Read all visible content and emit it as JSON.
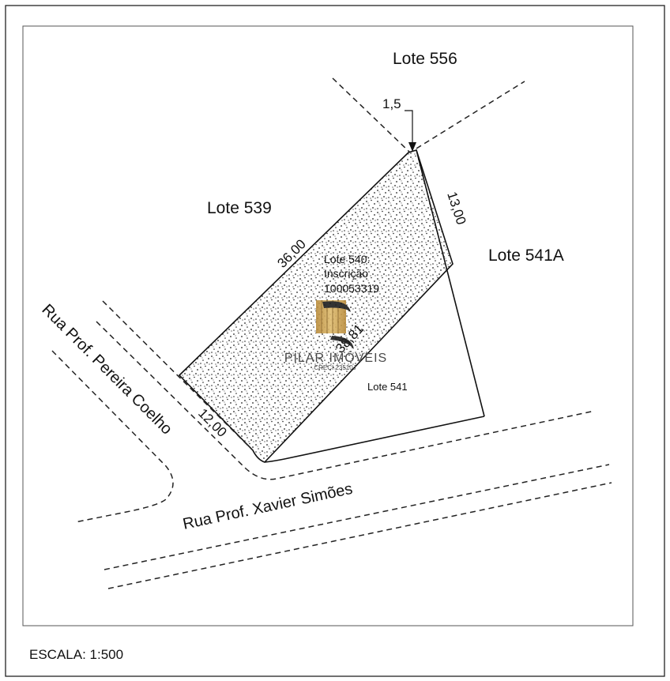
{
  "plan": {
    "lots": {
      "north": "Lote 556",
      "west": "Lote 539",
      "east": "Lote 541A",
      "subject_title": "Lote 540:",
      "subject_line2": "Inscrição",
      "subject_line3": "100053319",
      "south": "Lote 541"
    },
    "streets": {
      "diagonal": "Rua Prof. Pereira Coelho",
      "horizontal": "Rua Prof. Xavier Simões"
    },
    "dimensions": {
      "corner_offset": "1,5",
      "northwest_side": "36,00",
      "northeast_side": "13,00",
      "southeast_side": "38,81",
      "front": "12,00"
    },
    "scale_label": "ESCALA: 1:500",
    "watermark": {
      "brand": "PILAR IMÓVEIS",
      "registration": "CRECI 23510J",
      "colors": {
        "gold": "#c8a255",
        "dark": "#1e1e1e"
      }
    }
  }
}
